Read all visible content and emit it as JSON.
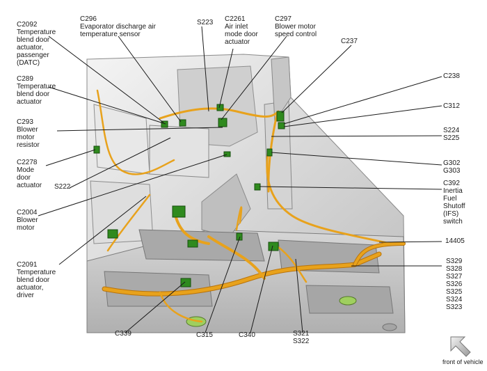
{
  "labels": {
    "c2092": "C2092\nTemperature\nblend door\nactuator,\npassenger\n(DATC)",
    "c296": "C296\nEvaporator discharge air\ntemperature sensor",
    "s223": "S223",
    "c2261": "C2261\nAir inlet\nmode door\nactuator",
    "c297": "C297\nBlower motor\nspeed control",
    "c237": "C237",
    "c238": "C238",
    "c289": "C289\nTemperature\nblend door\nactuator",
    "c312": "C312",
    "c293": "C293\nBlower\nmotor\nresistor",
    "s224_s225": "S224\nS225",
    "c2278": "C2278\nMode\ndoor\nactuator",
    "s222": "S222",
    "g302_g303": "G302\nG303",
    "c392": "C392\nInertia\nFuel\nShutoff\n(IFS)\nswitch",
    "c2004": "C2004\nBlower\nmotor",
    "w14405": "14405",
    "c2091": "C2091\nTemperature\nblend door\nactuator,\ndriver",
    "s_group": "S329\nS328\nS327\nS326\nS325\nS324\nS323",
    "c339": "C339",
    "c315": "C315",
    "c340": "C340",
    "s321_s322": "S321\nS322",
    "front_of_vehicle": "front of vehicle"
  },
  "colors": {
    "harness": "#e8a21c",
    "harness_dark": "#b8730c",
    "connector": "#2f8a1e",
    "body": "#d9d9d9",
    "leader": "#1a1a1a"
  }
}
